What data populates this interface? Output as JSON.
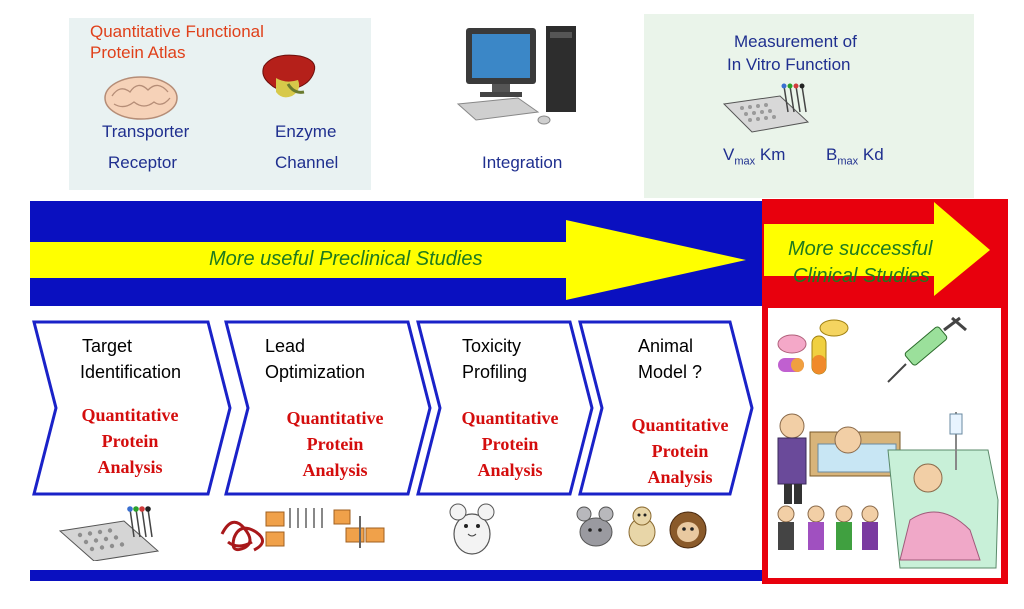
{
  "top": {
    "atlas_title_line1": "Quantitative Functional",
    "atlas_title_line2": "Protein Atlas",
    "transporter": "Transporter",
    "enzyme": "Enzyme",
    "receptor": "Receptor",
    "channel": "Channel",
    "integration": "Integration",
    "measurement_line1": "Measurement of",
    "measurement_line2": "In Vitro Function",
    "vmax_base": "V",
    "vmax_sub": "max",
    "km": "Km",
    "bmax_base": "B",
    "bmax_sub": "max",
    "kd": "Kd"
  },
  "band": {
    "preclinical": "More useful Preclinical Studies",
    "clinical_line1": "More successful",
    "clinical_line2": "Clinical Studies"
  },
  "stages": [
    {
      "line1": "Target",
      "line2": "Identification"
    },
    {
      "line1": "Lead",
      "line2": "Optimization"
    },
    {
      "line1": "Toxicity",
      "line2": "Profiling"
    },
    {
      "line1": "Animal",
      "line2": "Model ?"
    }
  ],
  "qpa": {
    "line1": "Quantitative",
    "line2": "Protein",
    "line3": "Analysis"
  },
  "colors": {
    "band_blue": "#0a10c0",
    "clinical_red": "#e8000d",
    "arrow_yellow": "#ffff00",
    "arrow_text_green": "#1e7a1e",
    "qpa_red": "#d40d0d",
    "atlas_title": "#e0401a"
  }
}
